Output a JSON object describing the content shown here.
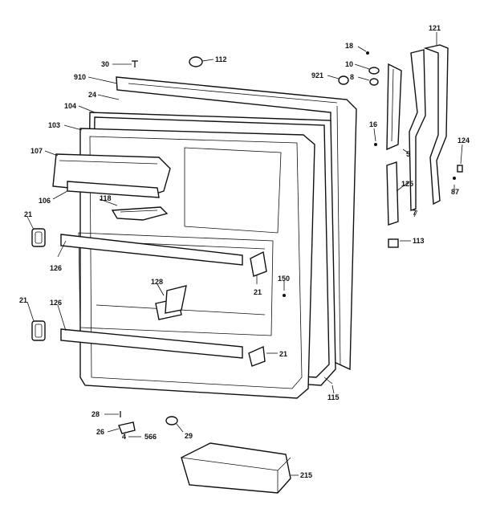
{
  "labels": {
    "l30": "30",
    "l112": "112",
    "l910": "910",
    "l24": "24",
    "l104": "104",
    "l103": "103",
    "l107": "107",
    "l106": "106",
    "l118": "118",
    "l21a": "21",
    "l126a": "126",
    "l128": "128",
    "l21b": "21",
    "l150": "150",
    "l21c": "21",
    "l126b": "126",
    "l21d": "21",
    "l115": "115",
    "l18": "18",
    "l10": "10",
    "l921": "921",
    "l8": "8",
    "l121": "121",
    "l16": "16",
    "l5": "5",
    "l124": "124",
    "l125": "125",
    "l87": "87",
    "l7": "7",
    "l113": "113",
    "l28": "28",
    "l26": "26",
    "l4": "4",
    "l566": "566",
    "l29": "29",
    "l215": "215"
  }
}
